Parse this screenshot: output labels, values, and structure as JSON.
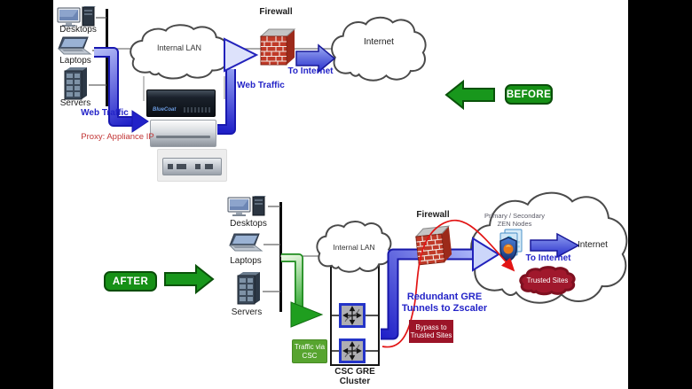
{
  "colors": {
    "accent_blue": "#2424c8",
    "badge_green": "#169016",
    "csc_green": "#57a42f",
    "maroon": "#9c1428",
    "firewall_brick": "#c23a28",
    "bypass_line_red": "#e21414"
  },
  "before": {
    "badge": "BEFORE",
    "endpoints": {
      "desktops": "Desktops",
      "laptops": "Laptops",
      "servers": "Servers"
    },
    "web_traffic_left": "Web Traffic",
    "proxy_note": "Proxy: Appliance IP",
    "internal_lan": "Internal LAN",
    "appliance_brand": "BlueCoat",
    "firewall": "Firewall",
    "web_traffic_right": "Web Traffic",
    "to_internet": "To Internet",
    "internet": "Internet"
  },
  "after": {
    "badge": "AFTER",
    "endpoints": {
      "desktops": "Desktops",
      "laptops": "Laptops",
      "servers": "Servers"
    },
    "internal_lan": "Internal LAN",
    "traffic_via_csc": "Traffic via CSC",
    "cluster_label": "CSC GRE Cluster",
    "firewall": "Firewall",
    "zen_nodes_line1": "Primary / Secondary",
    "zen_nodes_line2": "ZEN Nodes",
    "to_internet": "To Internet",
    "internet": "Internet",
    "redundant_gre": "Redundant GRE Tunnels to Zscaler",
    "bypass": "Bypass to Trusted Sites",
    "trusted_sites": "Trusted Sites"
  }
}
